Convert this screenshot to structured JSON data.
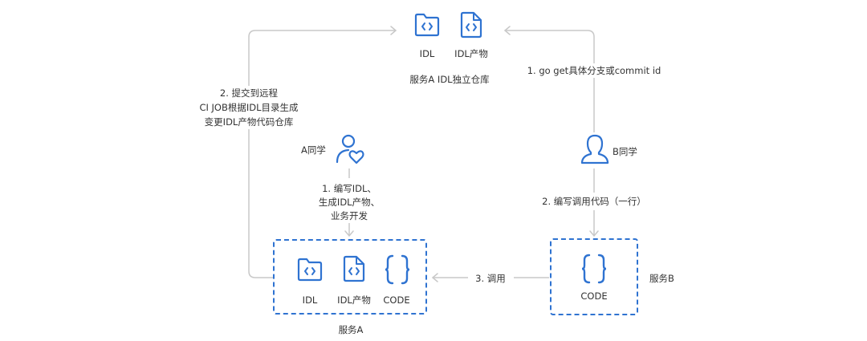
{
  "repo": {
    "idl_label": "IDL",
    "artifact_label": "IDL产物",
    "title": "服务A IDL独立仓库"
  },
  "left_step": {
    "line1": "2. 提交到远程",
    "line2": "CI JOB根据IDL目录生成",
    "line3": "变更IDL产物代码仓库"
  },
  "right_step": {
    "line1": "1. go get具体分支或commit id"
  },
  "person_a": {
    "label": "A同学",
    "step_line1": "1. 编写IDL、",
    "step_line2": "生成IDL产物、",
    "step_line3": "业务开发"
  },
  "person_b": {
    "label": "B同学",
    "step": "2. 编写调用代码（一行）"
  },
  "service_a": {
    "idl_label": "IDL",
    "artifact_label": "IDL产物",
    "code_label": "CODE",
    "name": "服务A"
  },
  "service_b": {
    "code_label": "CODE",
    "name": "服务B"
  },
  "call": {
    "label": "3. 调用"
  },
  "colors": {
    "accent": "#2f73d1",
    "line": "#c8c8c8"
  }
}
